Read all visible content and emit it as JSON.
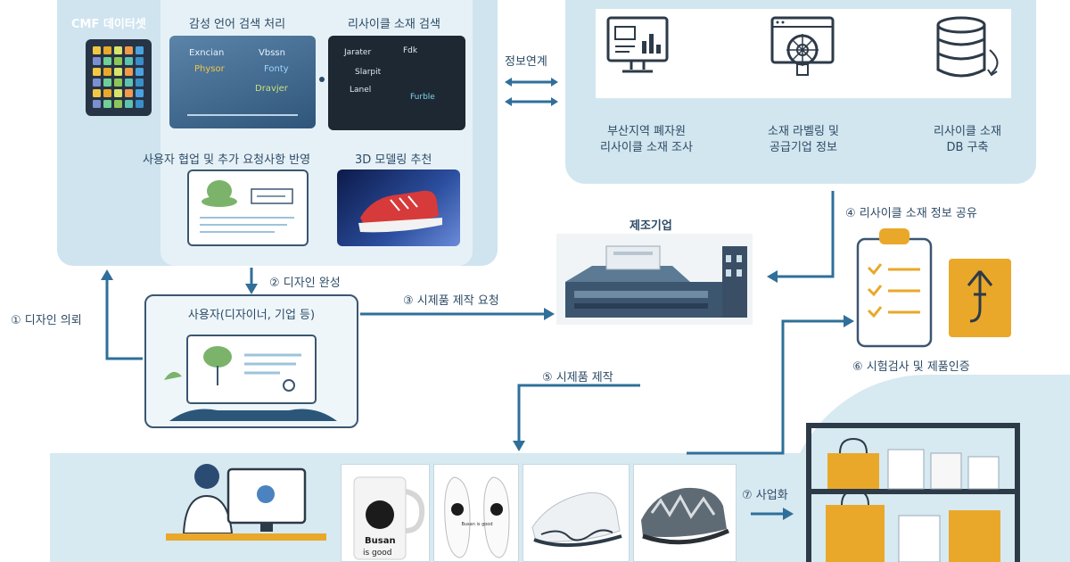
{
  "left_panel": {
    "cmf_title": "CMF 데이터셋",
    "emotion_title": "감성 언어 검색 처리",
    "recycle_title": "리사이클 소재 검색",
    "emotion_words": [
      "Exncian",
      "Vbssn",
      "Physor",
      "Fonty",
      "Dravjer"
    ],
    "recycle_words": [
      "Jarater",
      "Fdk",
      "Slarpit",
      "Lanel",
      "Furble"
    ],
    "user_reflect_title": "사용자 협업 및 추가 요청사항 반영",
    "modeling_title": "3D 모델링 추천"
  },
  "right_panel": {
    "link_label": "정보연계",
    "items": [
      {
        "line1": "부산지역 폐자원",
        "line2": "리사이클 소재 조사",
        "icon": "monitor-chart-icon"
      },
      {
        "line1": "소재 라벨링 및",
        "line2": "공급기업 정보",
        "icon": "browser-gear-icon"
      },
      {
        "line1": "리사이클 소재",
        "line2": "DB 구축",
        "icon": "database-icon"
      }
    ]
  },
  "steps": {
    "s1": "① 디자인 의뢰",
    "s2": "② 디자인 완성",
    "s3": "③ 시제품 제작 요청",
    "s4": "④ 리사이클 소재 정보 공유",
    "s5": "⑤ 시제품 제작",
    "s6": "⑥ 시험검사 및 제품인증",
    "s7": "⑦ 사업화"
  },
  "manufacturer_label": "제조기업",
  "user_label": "사용자(디자이너, 기업 등)",
  "products": {
    "mug_text1": "Busan",
    "mug_text2": "is good",
    "insole_text": "Busan is good"
  },
  "colors": {
    "panel": "#cfe4ef",
    "panel_light": "#e6f1f7",
    "arrow": "#2f6f9a",
    "accent": "#e9a82a",
    "dark": "#2d4b66"
  }
}
